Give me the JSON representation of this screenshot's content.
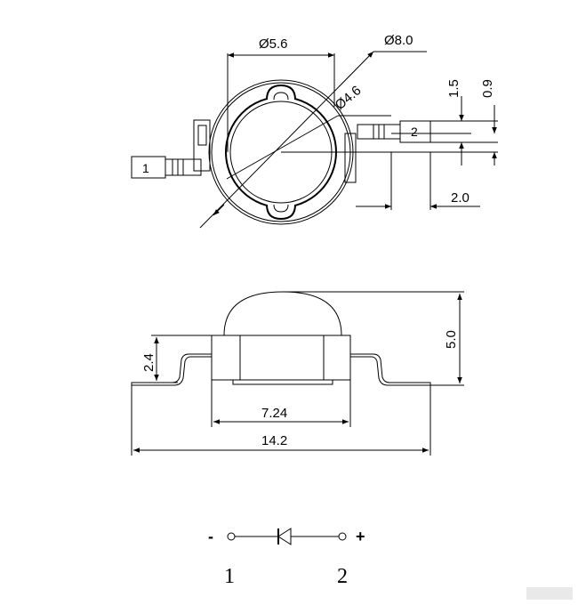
{
  "top_view": {
    "dim_lens_diameter": "Ø5.6",
    "dim_body_diameter": "Ø8.0",
    "dim_emitter_diameter": "Ø4.6",
    "dim_tab_height": "1.5",
    "dim_tab_width": "0.9",
    "dim_lead_offset": "2.0",
    "pin1_label": "1",
    "pin2_label": "2"
  },
  "side_view": {
    "dim_height": "5.0",
    "dim_lead_height": "2.4",
    "dim_body_width": "7.24",
    "dim_total_width": "14.2"
  },
  "schematic": {
    "minus_sign": "-",
    "plus_sign": "+",
    "pin1_number": "1",
    "pin2_number": "2",
    "diode_icon": "diode-symbol-icon"
  }
}
